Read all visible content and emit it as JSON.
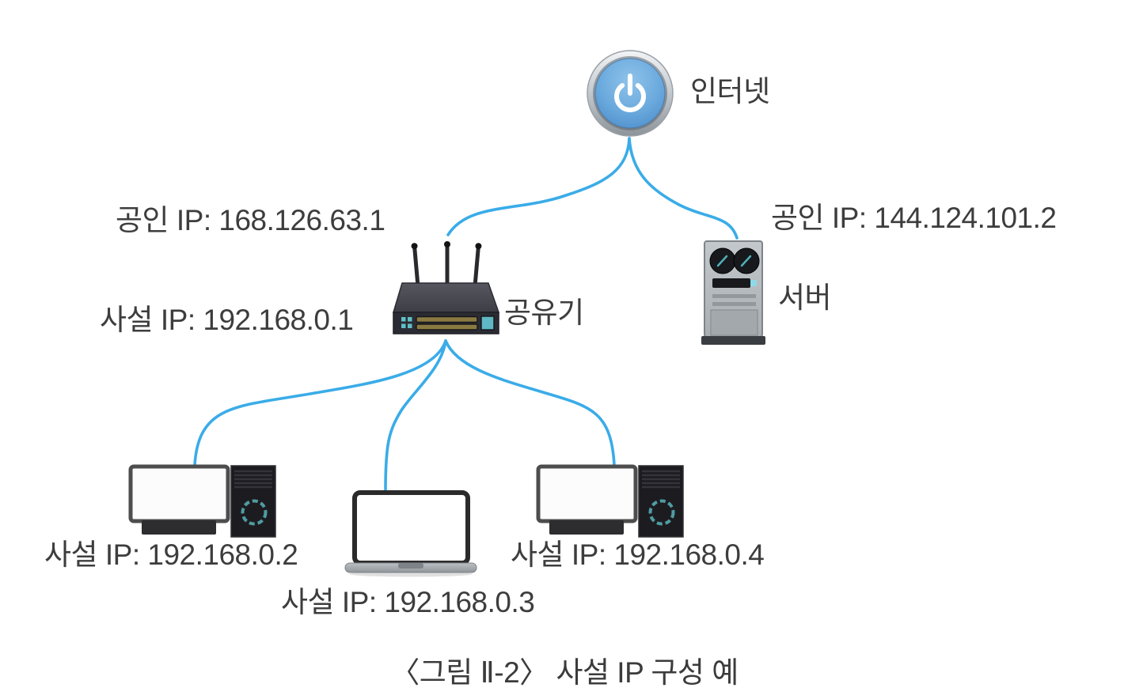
{
  "caption": "〈그림 Ⅱ-2〉 사설 IP 구성 예",
  "nodes": {
    "internet": {
      "label": "인터넷"
    },
    "router": {
      "label": "공유기",
      "public_ip": "공인 IP: 168.126.63.1",
      "private_ip": "사설 IP: 192.168.0.1"
    },
    "server": {
      "label": "서버",
      "public_ip": "공인 IP: 144.124.101.2"
    },
    "desktop1": {
      "private_ip": "사설 IP: 192.168.0.2"
    },
    "laptop": {
      "private_ip": "사설 IP: 192.168.0.3"
    },
    "desktop2": {
      "private_ip": "사설 IP: 192.168.0.4"
    }
  },
  "connections": [
    {
      "from": "internet",
      "to": "router"
    },
    {
      "from": "internet",
      "to": "server"
    },
    {
      "from": "router",
      "to": "desktop1"
    },
    {
      "from": "router",
      "to": "laptop"
    },
    {
      "from": "router",
      "to": "desktop2"
    }
  ],
  "icons": {
    "internet": "power-button-icon",
    "router": "wireless-router-icon",
    "server": "server-tower-icon",
    "desktop1": "desktop-pc-icon",
    "laptop": "laptop-icon",
    "desktop2": "desktop-pc-icon"
  },
  "colors": {
    "connection_line": "#3AACE8",
    "label_text": "#3D3D3D",
    "internet_button_blue": "#5B9BD8",
    "device_accent_teal": "#4F9CA2"
  }
}
